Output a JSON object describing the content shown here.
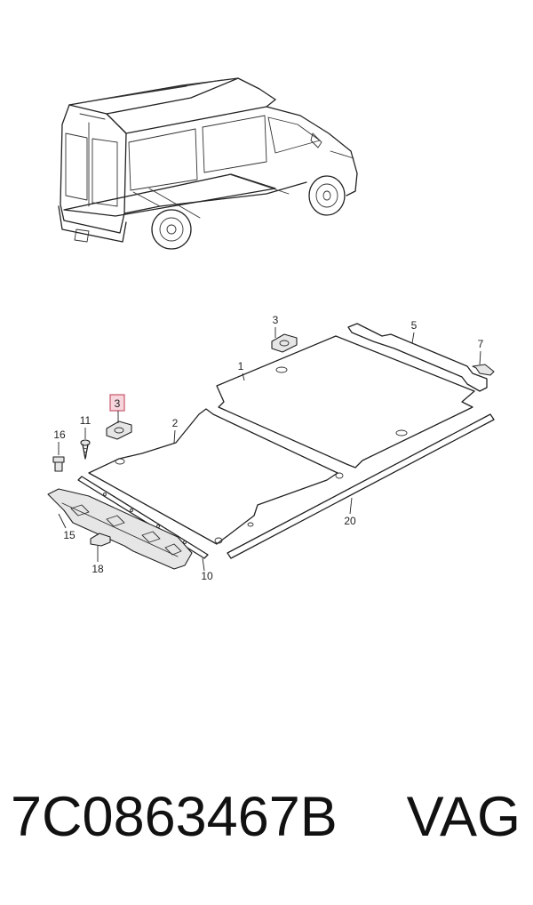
{
  "diagram": {
    "callouts": [
      {
        "id": "c1",
        "label": "1"
      },
      {
        "id": "c2",
        "label": "2"
      },
      {
        "id": "c3a",
        "label": "3"
      },
      {
        "id": "c3b",
        "label": "3",
        "highlighted": true
      },
      {
        "id": "c5",
        "label": "5"
      },
      {
        "id": "c7",
        "label": "7"
      },
      {
        "id": "c10",
        "label": "10"
      },
      {
        "id": "c11",
        "label": "11"
      },
      {
        "id": "c15",
        "label": "15"
      },
      {
        "id": "c16",
        "label": "16"
      },
      {
        "id": "c18",
        "label": "18"
      },
      {
        "id": "c20",
        "label": "20"
      }
    ],
    "highlight_color": "#f6d6dc"
  },
  "footer": {
    "part_number": "7C0863467B",
    "brand": "VAG"
  }
}
